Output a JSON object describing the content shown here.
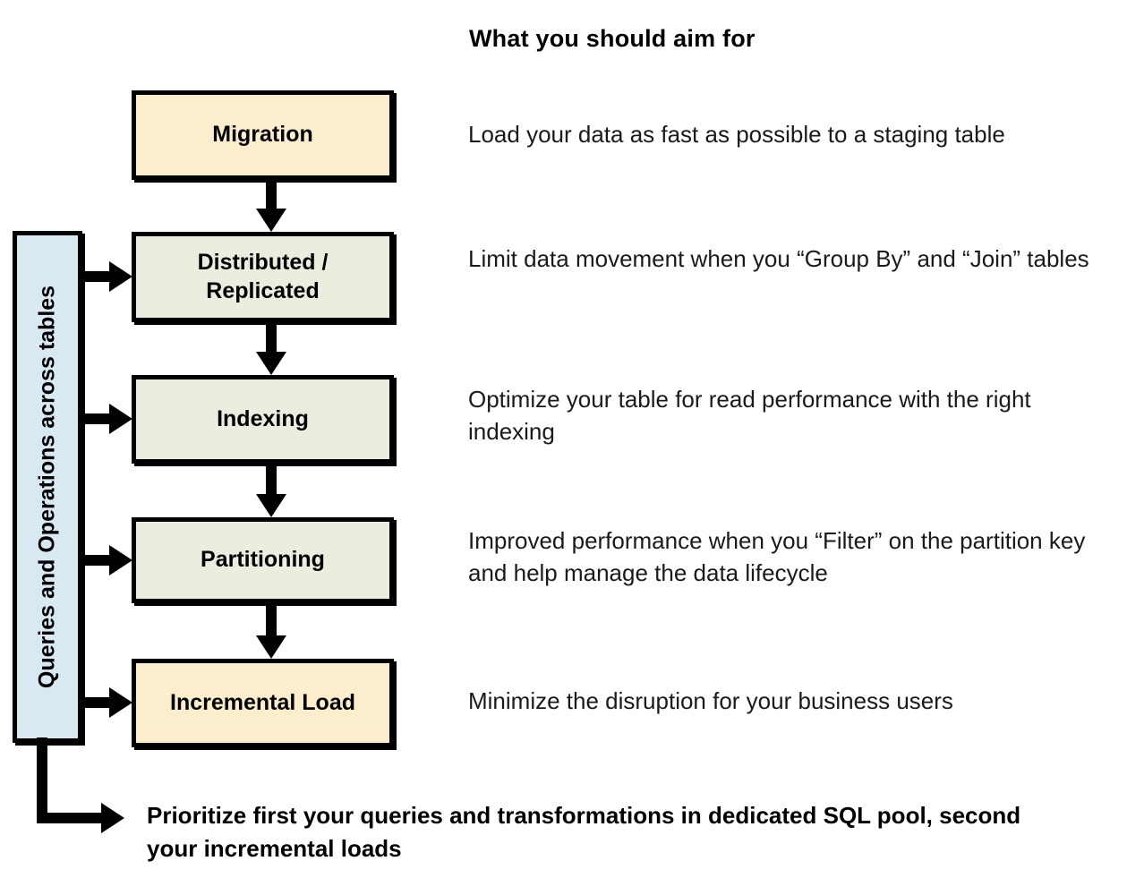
{
  "heading": "What you should aim for",
  "side_bar": {
    "label": "Queries and Operations across tables"
  },
  "stages": [
    {
      "key": "migration",
      "label": "Migration",
      "fill": "#fcedcc",
      "description": "Load your data as fast as possible to a staging table",
      "has_side_arrow": false
    },
    {
      "key": "distributed",
      "label": "Distributed / Replicated",
      "fill": "#e9eede",
      "description": "Limit data movement when you “Group By” and “Join” tables",
      "has_side_arrow": true
    },
    {
      "key": "indexing",
      "label": "Indexing",
      "fill": "#e9eede",
      "description": "Optimize your table for read performance with the right indexing",
      "has_side_arrow": true
    },
    {
      "key": "partitioning",
      "label": "Partitioning",
      "fill": "#e9eede",
      "description": "Improved performance when you “Filter” on the partition key and help manage the data lifecycle",
      "has_side_arrow": true
    },
    {
      "key": "incremental_load",
      "label": "Incremental Load",
      "fill": "#fcedcc",
      "description": "Minimize the disruption for your business users",
      "has_side_arrow": true
    }
  ],
  "bottom_callout": "Prioritize first your queries and transformations in dedicated SQL pool, second your incremental loads",
  "colors": {
    "cream": "#fcedcc",
    "green": "#e9eede",
    "blue": "#d9e9f2",
    "outline": "#000000",
    "background": "#ffffff"
  }
}
